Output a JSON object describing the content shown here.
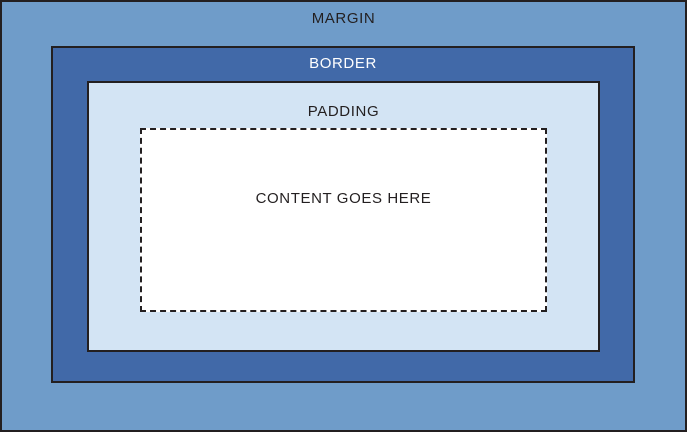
{
  "diagram": {
    "name": "css-box-model",
    "layers": {
      "margin": {
        "label": "MARGIN",
        "fill": "#6f9cc9",
        "text_color": "#231f20",
        "border": "2px solid #231f20"
      },
      "border": {
        "label": "BORDER",
        "fill": "#4169a8",
        "text_color": "#ffffff",
        "border": "2px solid #231f20"
      },
      "padding": {
        "label": "PADDING",
        "fill": "#d3e4f4",
        "text_color": "#231f20",
        "border": "2px solid #231f20"
      },
      "content": {
        "label": "CONTENT GOES HERE",
        "fill": "#ffffff",
        "text_color": "#231f20",
        "border": "2px dashed #231f20"
      }
    }
  }
}
